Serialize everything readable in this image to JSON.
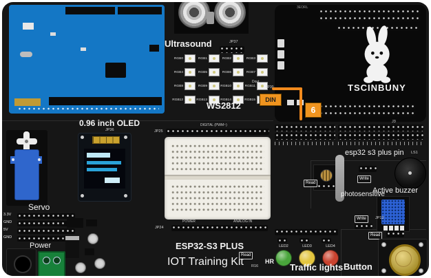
{
  "brand": {
    "name": "TSCINBUNY",
    "code": "3EORL"
  },
  "labels": {
    "ultrasound": "Ultrasound",
    "ws2812": "WS2812",
    "oled": "0.96 inch OLED",
    "servo": "Servo",
    "power": "Power",
    "esp32": "ESP32-S3 PLUS",
    "kit": "IOT Training Kit",
    "pin_header": "esp32 s3 plus pin",
    "photosensitive": "photosensitive",
    "active_buzzer": "Active buzzer",
    "traffic_lights": "Traffic lights",
    "button": "Button",
    "digital_pwm": "DIGITAL (PWM~)",
    "power_rail": "POWER",
    "analog_in": "ANALOG IN",
    "hr": "HR"
  },
  "refs": {
    "jp37": "JP37",
    "jp30": "JP30",
    "jp36": "JP36",
    "jp25": "JP25",
    "jp24": "JP24",
    "jp12": "JP12",
    "j3": "J3",
    "ls1": "LS1",
    "r16": "R16",
    "dout": "Dout"
  },
  "badges": {
    "read": "Read",
    "write": "Write"
  },
  "annotation": {
    "din_label": "DIN",
    "pin_number": "6",
    "wire_color": "#f28a1d",
    "box_color": "#f0941f"
  },
  "ws2812": {
    "leds": [
      "RGB0",
      "RGB1",
      "RGB2",
      "RGB3",
      "RGB4",
      "RGB5",
      "RGB6",
      "RGB7",
      "RGB8",
      "RGB9",
      "RGB10",
      "RGB11",
      "RGB12",
      "RGB13",
      "RGB14",
      "RGB15"
    ]
  },
  "power": {
    "pins": [
      "3.3V",
      "GND",
      "5V",
      "GND"
    ]
  },
  "traffic": {
    "leds": [
      {
        "ref": "LED2",
        "color": "#49a53b"
      },
      {
        "ref": "LED3",
        "color": "#e3c53e"
      },
      {
        "ref": "LED4",
        "color": "#c9432f"
      }
    ]
  },
  "colors": {
    "arduino": "#1477c5",
    "servo": "#2f66cc",
    "breadboard": "#f0eee7",
    "button": "#d9b832",
    "terminal": "#17813a"
  }
}
